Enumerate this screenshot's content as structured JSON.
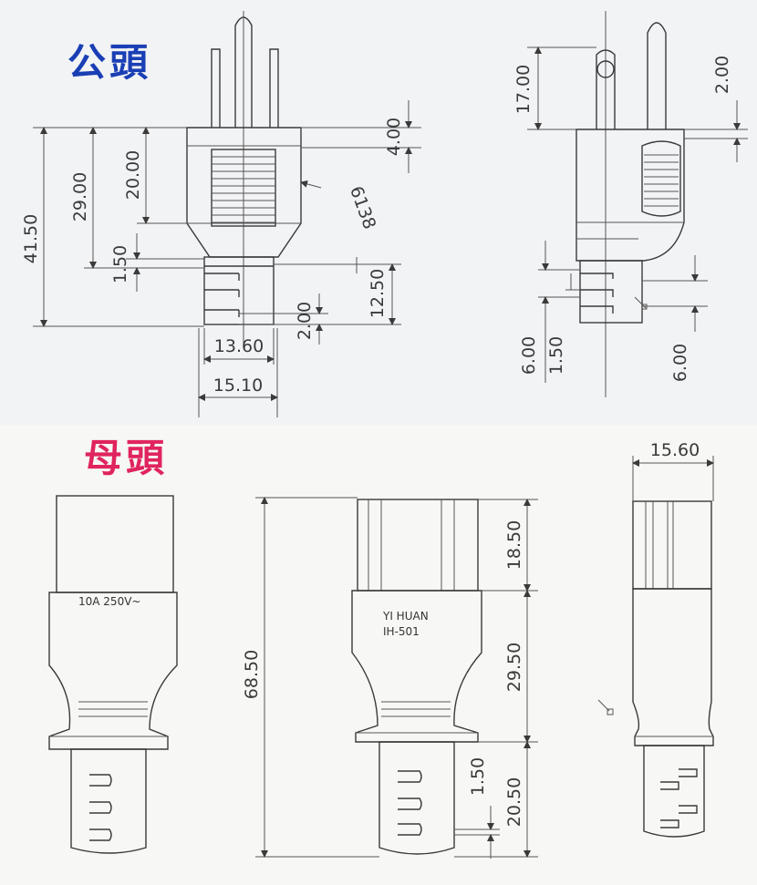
{
  "titles": {
    "male": "公頭",
    "female": "母頭",
    "male_color": "#1a3fb5",
    "female_color": "#e0245e"
  },
  "male_front": {
    "dims": {
      "d4150": "41.50",
      "d2900": "29.00",
      "d2000": "20.00",
      "d150": "1.50",
      "d400": "4.00",
      "d6138": "6138",
      "d1250": "12.50",
      "d200": "2.00",
      "d1360": "13.60",
      "d1510": "15.10"
    }
  },
  "male_side": {
    "dims": {
      "d1700": "17.00",
      "d200": "2.00",
      "d600a": "6.00",
      "d150": "1.50",
      "d600b": "6.00"
    }
  },
  "female_left": {
    "rating": "10A 250V~"
  },
  "female_center": {
    "brand": "YI HUAN",
    "model": "IH-501",
    "dims": {
      "d6850": "68.50",
      "d1850": "18.50",
      "d2950": "29.50",
      "d150": "1.50",
      "d2050": "20.50"
    }
  },
  "female_right": {
    "dims": {
      "d1560": "15.60"
    }
  }
}
